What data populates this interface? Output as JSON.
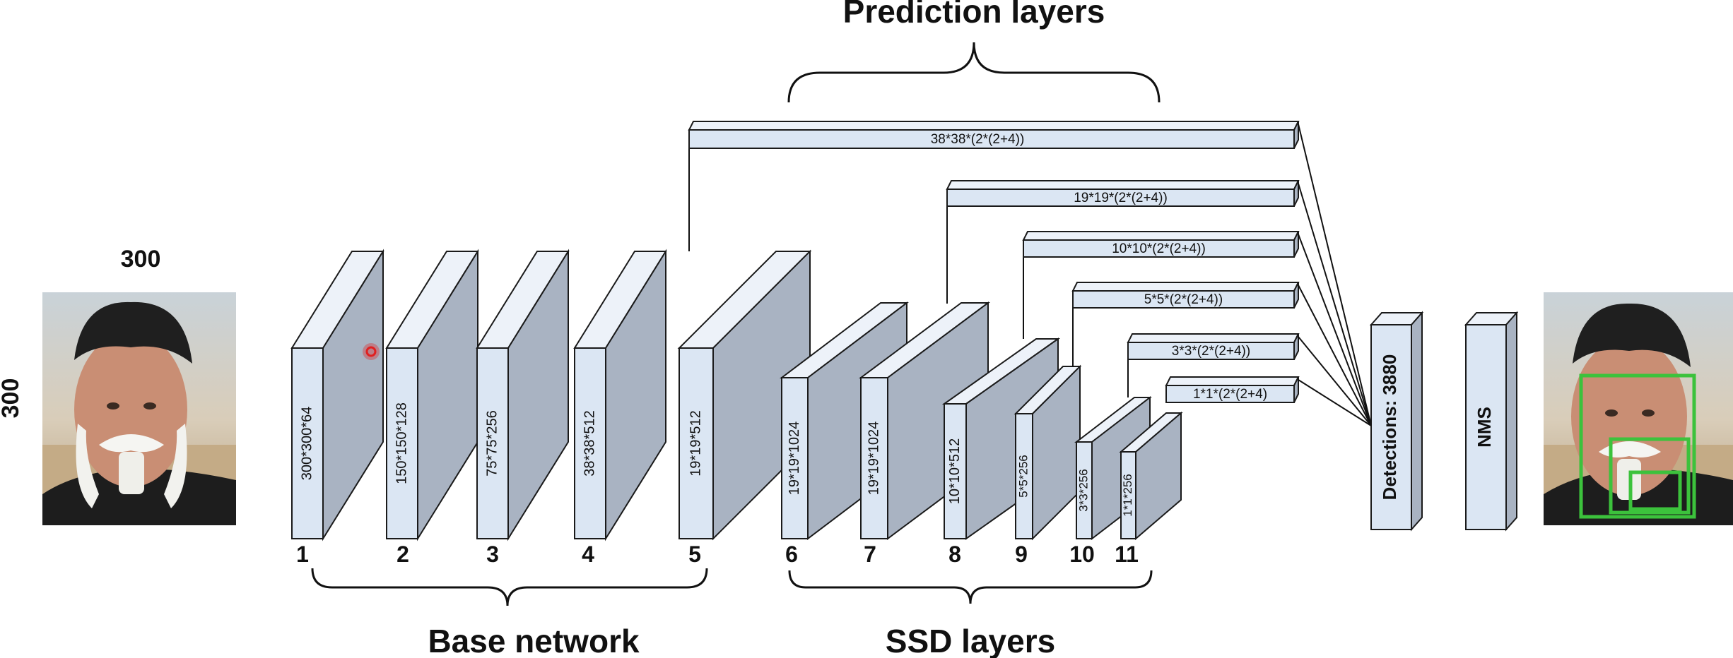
{
  "titles": {
    "prediction_layers": "Prediction layers",
    "base_network": "Base network",
    "ssd_layers": "SSD layers"
  },
  "input": {
    "width_label": "300",
    "height_label": "300"
  },
  "layers": [
    {
      "num": "1",
      "dims": "300*300*64"
    },
    {
      "num": "2",
      "dims": "150*150*128"
    },
    {
      "num": "3",
      "dims": "75*75*256"
    },
    {
      "num": "4",
      "dims": "38*38*512"
    },
    {
      "num": "5",
      "dims": "19*19*512"
    },
    {
      "num": "6",
      "dims": "19*19*1024"
    },
    {
      "num": "7",
      "dims": "19*19*1024"
    },
    {
      "num": "8",
      "dims": "10*10*512"
    },
    {
      "num": "9",
      "dims": "5*5*256"
    },
    {
      "num": "10",
      "dims": "3*3*256"
    },
    {
      "num": "11",
      "dims": "1*1*256"
    }
  ],
  "prediction_bars": [
    "38*38*(2*(2+4))",
    "19*19*(2*(2+4))",
    "10*10*(2*(2+4))",
    "5*5*(2*(2+4))",
    "3*3*(2*(2+4))",
    "1*1*(2*(2+4)"
  ],
  "detections_label": "Detections: 3880",
  "nms_label": "NMS",
  "colors": {
    "block_front": "#dbe6f3",
    "block_side": "#a9b3c2",
    "block_top": "#edf2f9",
    "stroke": "#1a1a1a",
    "box_green": "#3cc23c",
    "cursor_red": "#e02020"
  }
}
